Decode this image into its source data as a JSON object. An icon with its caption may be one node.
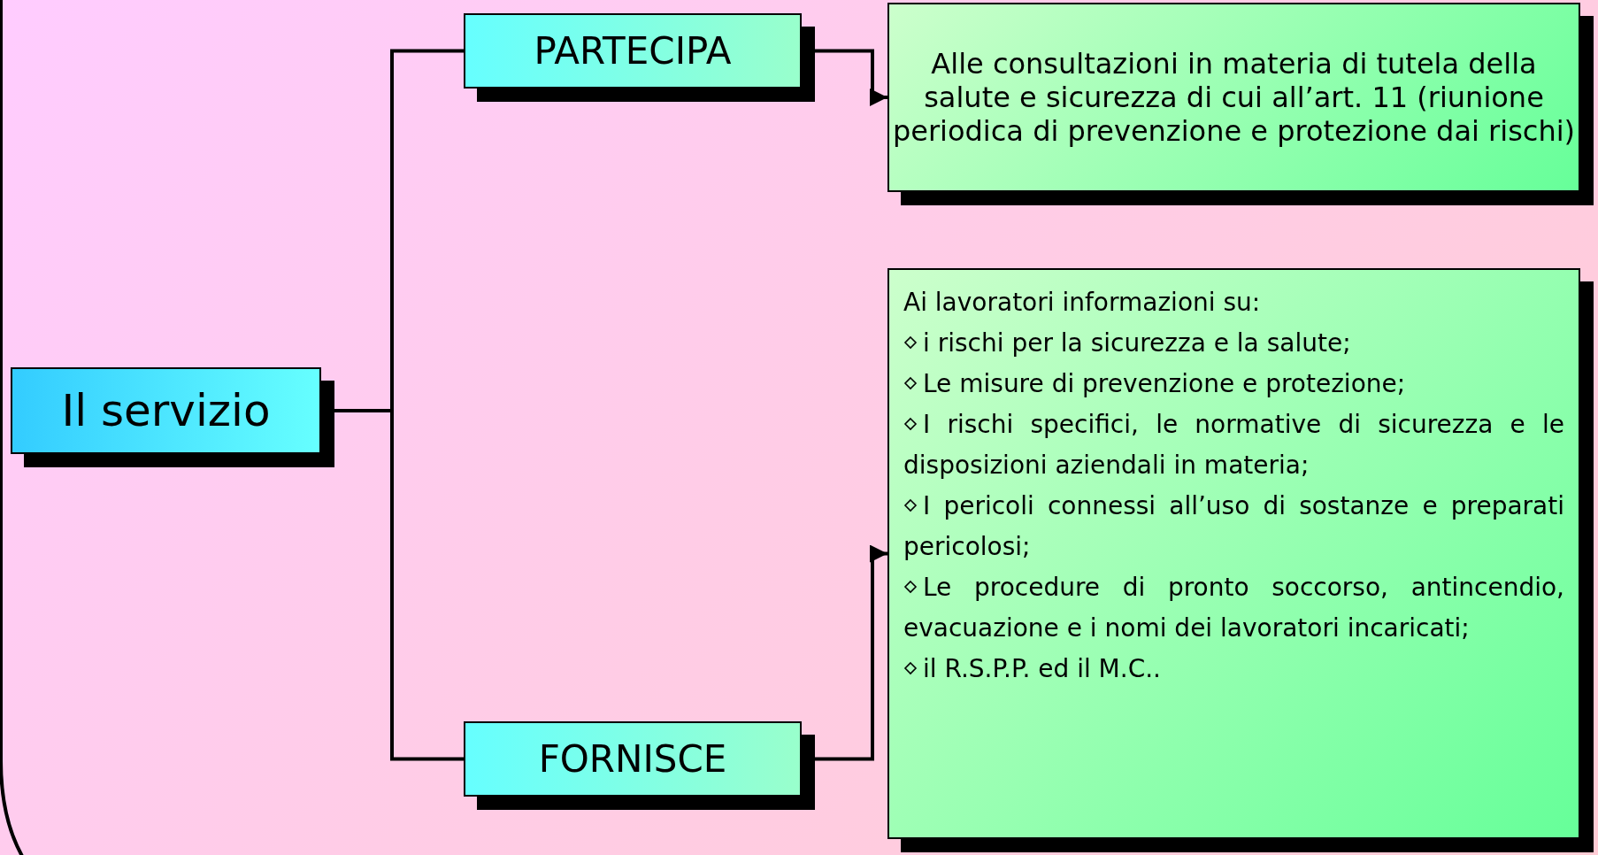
{
  "diagram": {
    "nodes": [
      {
        "text": [
          "Il servizio"
        ]
      },
      {
        "text": [
          "PARTECIPA"
        ]
      },
      {
        "text": [
          "FORNISCE"
        ]
      },
      {
        "text": [
          "Alle consultazioni in materia di tutela della salute e sicurezza di cui all’art. 11 (riunione periodica di prevenzione e protezione dai rischi)"
        ]
      },
      {
        "text": [
          "Ai lavoratori informazioni su:",
          "i rischi per la sicurezza e la salute;",
          "Le misure di prevenzione e protezione;",
          "I rischi specifici, le normative di sicurezza e le disposizioni aziendali in materia;",
          "I pericoli connessi all’uso di sostanze e preparati pericolosi;",
          "Le procedure di pronto soccorso, antincendio, evacuazione e i nomi dei lavoratori incaricati;",
          "il R.S.P.P. ed il M.C.."
        ]
      }
    ],
    "edges": [
      {
        "from": 0,
        "to": 1,
        "arrow": "none"
      },
      {
        "from": 0,
        "to": 2,
        "arrow": "none"
      },
      {
        "from": 1,
        "to": 3,
        "arrow": "to"
      },
      {
        "from": 2,
        "to": 4,
        "arrow": "to"
      }
    ]
  }
}
